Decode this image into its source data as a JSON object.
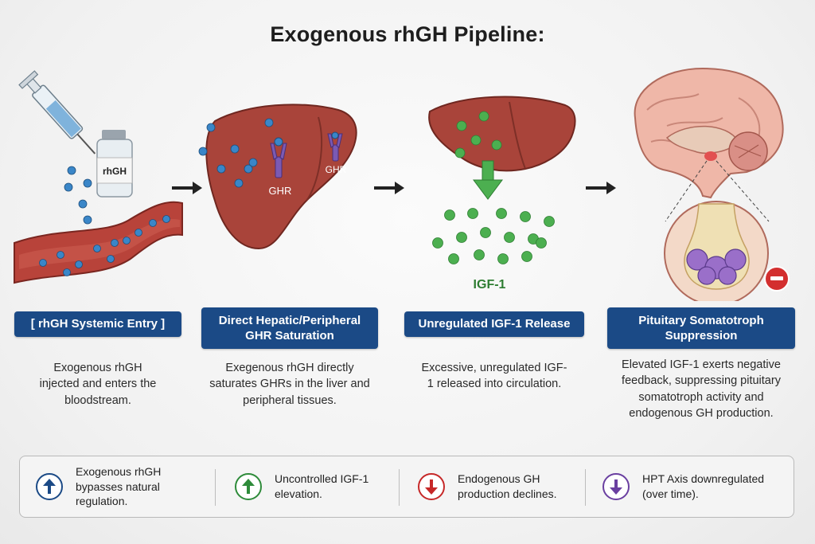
{
  "title": "Exogenous rhGH Pipeline:",
  "art_labels": {
    "vial": "rhGH",
    "ghr_1": "GHR",
    "ghr_2": "GHR",
    "igf": "IGF-1"
  },
  "stages": [
    {
      "label": "[ rhGH Systemic Entry ]",
      "description": "Exogenous rhGH injected and enters the bloodstream."
    },
    {
      "label": "Direct Hepatic/Peripheral GHR Saturation",
      "description": "Exegenous rhGH directly saturates GHRs in the liver and peripheral tissues."
    },
    {
      "label": "Unregulated IGF-1 Release",
      "description": "Excessive, unregulated IGF-1 released into circulation."
    },
    {
      "label": "Pituitary Somatotroph Suppression",
      "description": "Elevated IGF-1 exerts negative feedback, suppressing pituitary somatotroph activity and endogenous GH production."
    }
  ],
  "legend": [
    {
      "icon": "arrow-up-icon",
      "color": "#1b4a86",
      "text": "Exogenous rhGH bypasses natural regulation."
    },
    {
      "icon": "arrow-up-icon",
      "color": "#2e8b3a",
      "text": "Uncontrolled IGF-1 elevation."
    },
    {
      "icon": "arrow-down-icon",
      "color": "#c62828",
      "text": "Endogenous GH production declines."
    },
    {
      "icon": "arrow-down-icon",
      "color": "#6a3fa0",
      "text": "HPT Axis downregulated (over time)."
    }
  ],
  "colors": {
    "label_bg": "#1b4a86",
    "liver": "#a9443a",
    "rhgh_particle": "#3a86c8",
    "igf_particle": "#4caf50",
    "inhibit": "#d32f2f"
  }
}
